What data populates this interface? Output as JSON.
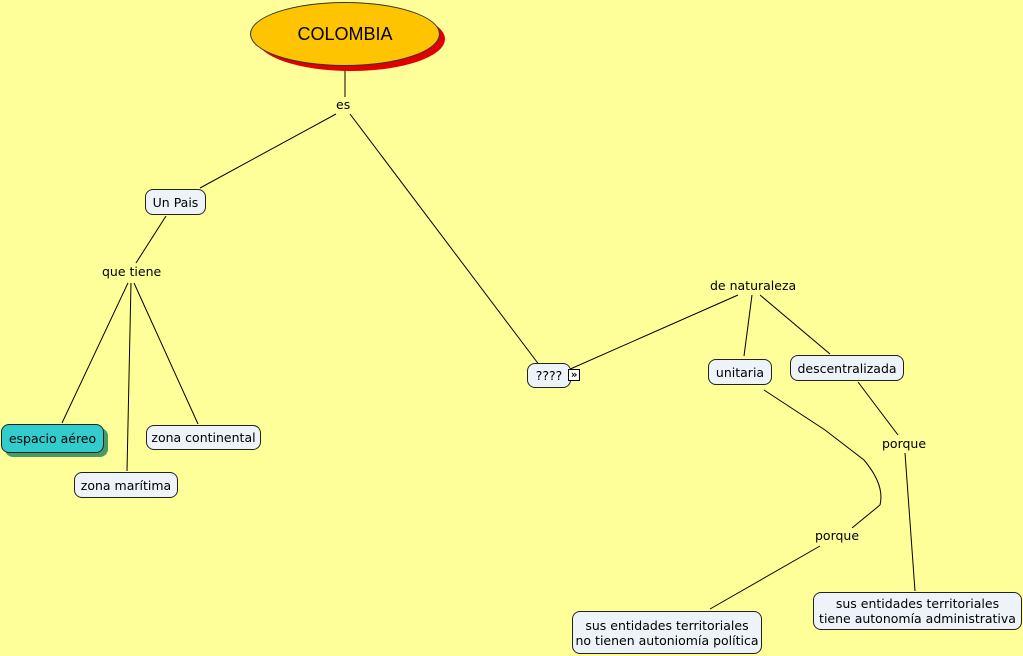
{
  "root": {
    "label": "COLOMBIA"
  },
  "phrases": {
    "es": "es",
    "que_tiene": "que tiene",
    "de_naturaleza": "de naturaleza",
    "porque_1": "porque",
    "porque_2": "porque"
  },
  "concepts": {
    "un_pais": "Un Pais",
    "espacio_aereo": "espacio aéreo",
    "zona_maritima": "zona marítima",
    "zona_continental": "zona continental",
    "unknown": "????",
    "unitaria": "unitaria",
    "descentralizada": "descentralizada",
    "sin_autonomia": [
      "sus entidades territoriales",
      "no tienen autoniomía política"
    ],
    "con_autonomia": [
      "sus entidades territoriales",
      "tiene autonomía administrativa"
    ]
  },
  "colors": {
    "background": "#ffff99",
    "root_fill": "#ffc400",
    "root_shadow": "#e00000",
    "concept_fill": "#eef3f9",
    "highlight_fill": "#33cccc"
  },
  "icons": {
    "expand": "double-chevron-right-icon"
  }
}
